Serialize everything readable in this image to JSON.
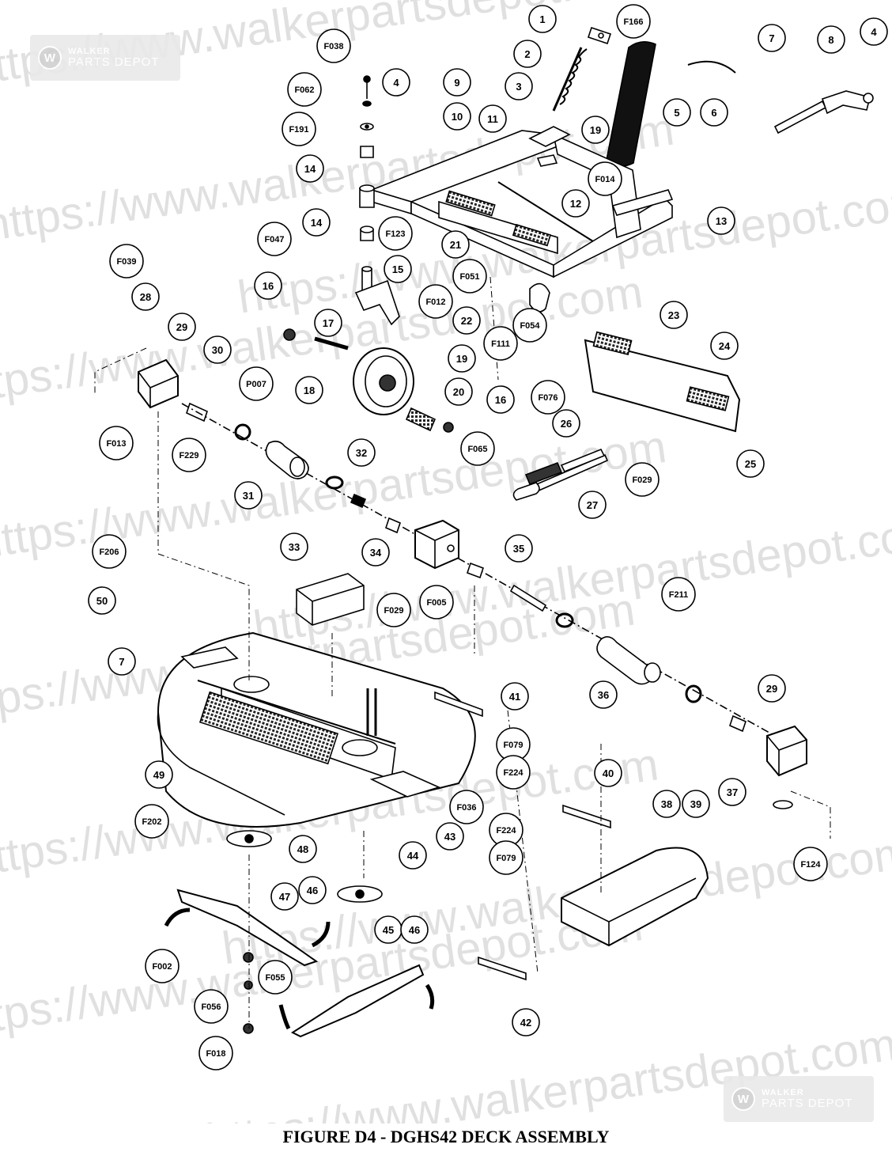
{
  "figure": {
    "caption": "FIGURE D4 - DGHS42 DECK ASSEMBLY"
  },
  "watermark": {
    "url_text": "https://www.walkerpartsdepot.com",
    "logo_line1": "WALKER",
    "logo_line2": "PARTS DEPOT",
    "color": "#c8c8c8"
  },
  "callouts": [
    {
      "id": "1",
      "label": "1"
    },
    {
      "id": "F166",
      "label": "F166"
    },
    {
      "id": "2",
      "label": "2"
    },
    {
      "id": "3",
      "label": "3"
    },
    {
      "id": "5",
      "label": "5"
    },
    {
      "id": "6",
      "label": "6"
    },
    {
      "id": "7a",
      "label": "7"
    },
    {
      "id": "8",
      "label": "8"
    },
    {
      "id": "4a",
      "label": "4"
    },
    {
      "id": "F038",
      "label": "F038"
    },
    {
      "id": "4b",
      "label": "4"
    },
    {
      "id": "9",
      "label": "9"
    },
    {
      "id": "10",
      "label": "10"
    },
    {
      "id": "11",
      "label": "11"
    },
    {
      "id": "19a",
      "label": "19"
    },
    {
      "id": "F062",
      "label": "F062"
    },
    {
      "id": "F191",
      "label": "F191"
    },
    {
      "id": "14a",
      "label": "14"
    },
    {
      "id": "F014",
      "label": "F014"
    },
    {
      "id": "12",
      "label": "12"
    },
    {
      "id": "13",
      "label": "13"
    },
    {
      "id": "14b",
      "label": "14"
    },
    {
      "id": "F123",
      "label": "F123"
    },
    {
      "id": "21",
      "label": "21"
    },
    {
      "id": "F047",
      "label": "F047"
    },
    {
      "id": "15",
      "label": "15"
    },
    {
      "id": "F051",
      "label": "F051"
    },
    {
      "id": "F039",
      "label": "F039"
    },
    {
      "id": "16a",
      "label": "16"
    },
    {
      "id": "F012",
      "label": "F012"
    },
    {
      "id": "22",
      "label": "22"
    },
    {
      "id": "F054",
      "label": "F054"
    },
    {
      "id": "28",
      "label": "28"
    },
    {
      "id": "17",
      "label": "17"
    },
    {
      "id": "F111",
      "label": "F111"
    },
    {
      "id": "23",
      "label": "23"
    },
    {
      "id": "29a",
      "label": "29"
    },
    {
      "id": "30",
      "label": "30"
    },
    {
      "id": "24",
      "label": "24"
    },
    {
      "id": "19b",
      "label": "19"
    },
    {
      "id": "P007",
      "label": "P007"
    },
    {
      "id": "18",
      "label": "18"
    },
    {
      "id": "20",
      "label": "20"
    },
    {
      "id": "F076",
      "label": "F076"
    },
    {
      "id": "16b",
      "label": "16"
    },
    {
      "id": "26",
      "label": "26"
    },
    {
      "id": "F013",
      "label": "F013"
    },
    {
      "id": "F229",
      "label": "F229"
    },
    {
      "id": "32",
      "label": "32"
    },
    {
      "id": "F065",
      "label": "F065"
    },
    {
      "id": "25",
      "label": "25"
    },
    {
      "id": "F029a",
      "label": "F029"
    },
    {
      "id": "31",
      "label": "31"
    },
    {
      "id": "27",
      "label": "27"
    },
    {
      "id": "33",
      "label": "33"
    },
    {
      "id": "34",
      "label": "34"
    },
    {
      "id": "35",
      "label": "35"
    },
    {
      "id": "F206",
      "label": "F206"
    },
    {
      "id": "50",
      "label": "50"
    },
    {
      "id": "F029b",
      "label": "F029"
    },
    {
      "id": "F005",
      "label": "F005"
    },
    {
      "id": "F211",
      "label": "F211"
    },
    {
      "id": "7b",
      "label": "7"
    },
    {
      "id": "36",
      "label": "36"
    },
    {
      "id": "29b",
      "label": "29"
    },
    {
      "id": "41",
      "label": "41"
    },
    {
      "id": "F079a",
      "label": "F079"
    },
    {
      "id": "F224a",
      "label": "F224"
    },
    {
      "id": "49",
      "label": "49"
    },
    {
      "id": "40",
      "label": "40"
    },
    {
      "id": "37",
      "label": "37"
    },
    {
      "id": "F036",
      "label": "F036"
    },
    {
      "id": "F202",
      "label": "F202"
    },
    {
      "id": "38",
      "label": "38"
    },
    {
      "id": "39",
      "label": "39"
    },
    {
      "id": "43",
      "label": "43"
    },
    {
      "id": "44",
      "label": "44"
    },
    {
      "id": "F224b",
      "label": "F224"
    },
    {
      "id": "48",
      "label": "48"
    },
    {
      "id": "F079b",
      "label": "F079"
    },
    {
      "id": "F124",
      "label": "F124"
    },
    {
      "id": "47",
      "label": "47"
    },
    {
      "id": "46a",
      "label": "46"
    },
    {
      "id": "45",
      "label": "45"
    },
    {
      "id": "46b",
      "label": "46"
    },
    {
      "id": "F002",
      "label": "F002"
    },
    {
      "id": "F055",
      "label": "F055"
    },
    {
      "id": "F056",
      "label": "F056"
    },
    {
      "id": "42",
      "label": "42"
    },
    {
      "id": "F018",
      "label": "F018"
    }
  ]
}
